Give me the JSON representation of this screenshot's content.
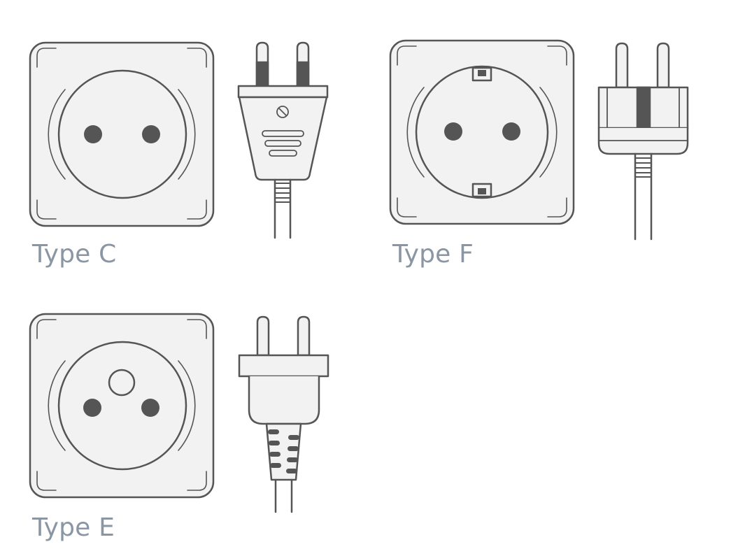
{
  "plug_types": [
    {
      "label": "Type C",
      "socket_icon": "type-c-socket-icon",
      "plug_icon": "type-c-plug-icon"
    },
    {
      "label": "Type F",
      "socket_icon": "type-f-socket-icon",
      "plug_icon": "type-f-plug-icon"
    },
    {
      "label": "Type E",
      "socket_icon": "type-e-socket-icon",
      "plug_icon": "type-e-plug-icon"
    }
  ],
  "colors": {
    "outline": "#555555",
    "fill": "#f2f2f2",
    "pin_dark": "#555555",
    "label": "#8a96a3",
    "background": "#ffffff"
  }
}
